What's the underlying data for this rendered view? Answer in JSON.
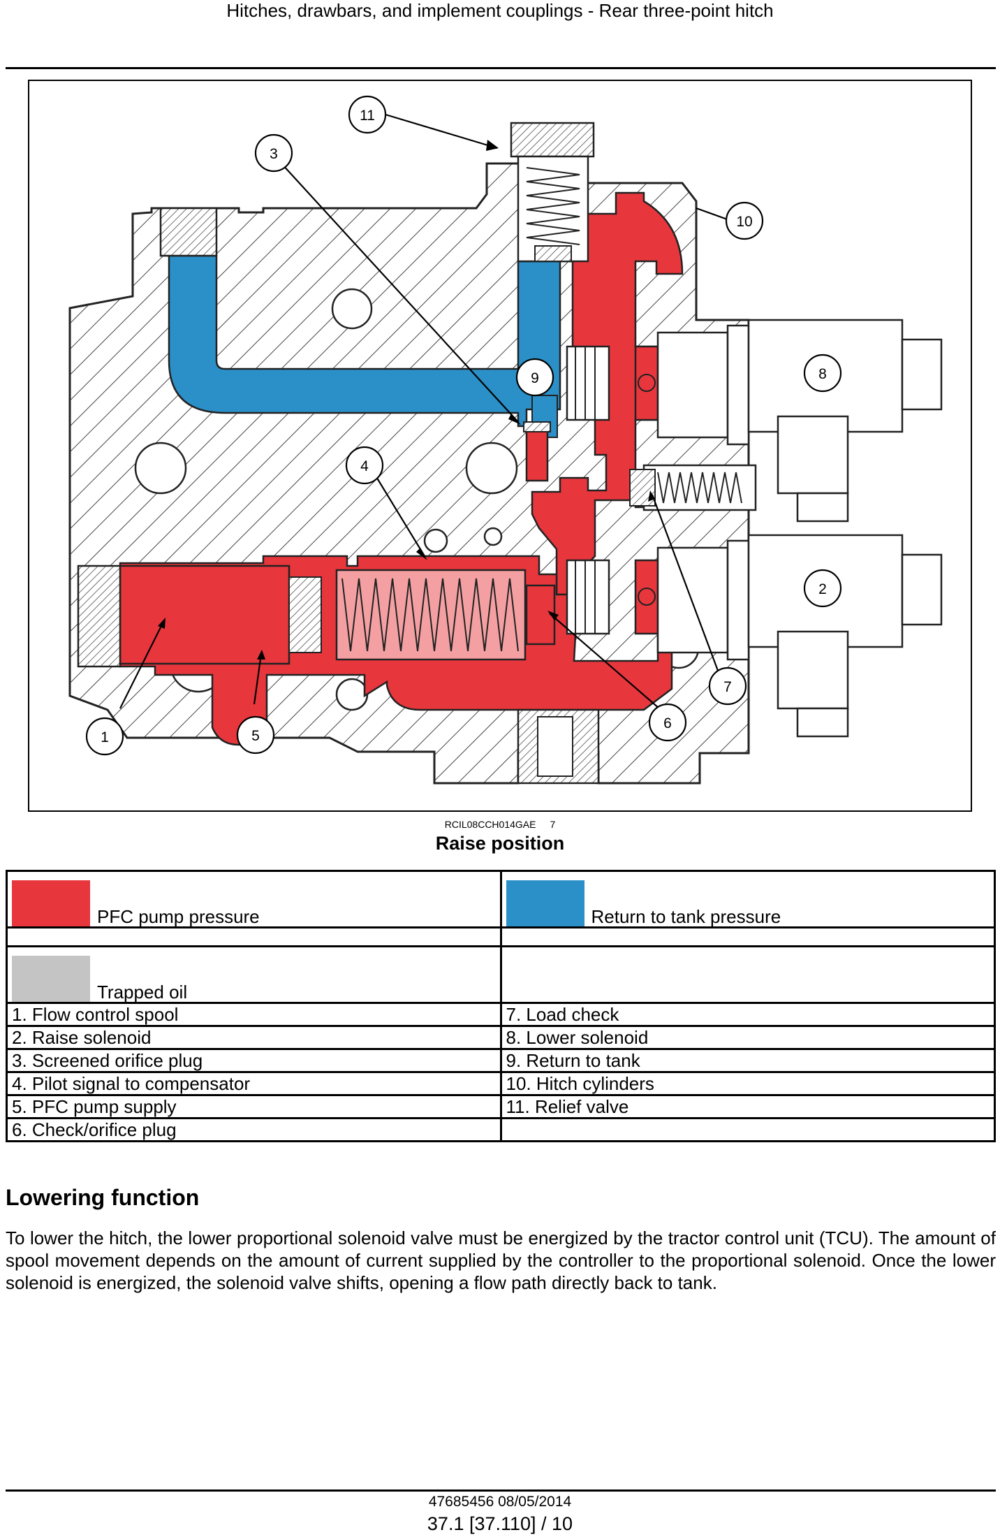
{
  "header": {
    "title": "Hitches, drawbars, and implement couplings - Rear three-point hitch"
  },
  "figure": {
    "reference": "RCIL08CCH014GAE",
    "number": "7",
    "title": "Raise position",
    "callouts": [
      "1",
      "2",
      "3",
      "4",
      "5",
      "6",
      "7",
      "8",
      "9",
      "10",
      "11"
    ],
    "colors": {
      "pump_pressure": "#e8363d",
      "return_to_tank": "#2b90c8",
      "trapped_oil": "#c4c4c4",
      "body_hatch": "#333333"
    }
  },
  "legend": {
    "swatches": {
      "pump_pressure": {
        "label": "PFC pump pressure",
        "color": "#e8363d"
      },
      "return_to_tank": {
        "label": "Return to tank pressure",
        "color": "#2b90c8"
      },
      "trapped_oil": {
        "label": "Trapped oil",
        "color": "#c4c4c4"
      }
    },
    "left_items": [
      "1. Flow control spool",
      "2. Raise solenoid",
      "3. Screened orifice plug",
      "4. Pilot signal to compensator",
      "5. PFC pump supply",
      "6. Check/orifice plug"
    ],
    "right_items": [
      "7. Load check",
      "8. Lower solenoid",
      "9. Return to tank",
      "10. Hitch cylinders",
      "11. Relief valve",
      ""
    ]
  },
  "section": {
    "title": "Lowering function",
    "paragraph": "To lower the hitch, the lower proportional solenoid valve must be energized by the tractor control unit (TCU). The amount of spool movement depends on the amount of current supplied by the controller to the proportional solenoid. Once the lower solenoid is energized, the solenoid valve shifts, opening a flow path directly back to tank."
  },
  "footer": {
    "doc_number": "47685456 08/05/2014",
    "page": "37.1 [37.110] / 10"
  }
}
